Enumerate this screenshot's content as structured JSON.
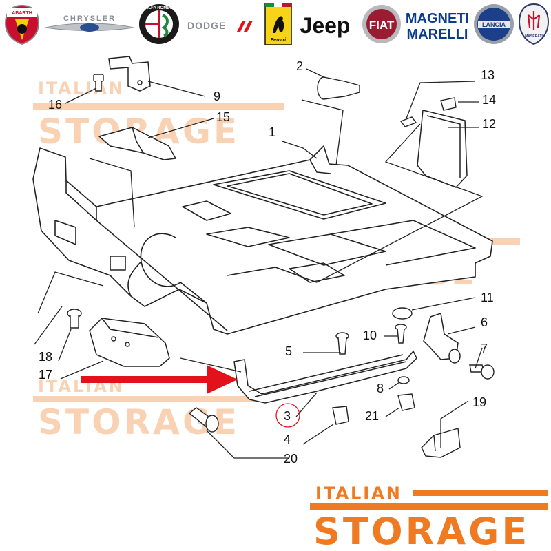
{
  "brands": {
    "abarth": "ABARTH",
    "chrysler": "CHRYSLER",
    "alfa_romeo": "ALFA ROMEO",
    "dodge": "DODGE",
    "ferrari": "Ferrari",
    "jeep": "Jeep",
    "fiat": "FIAT",
    "magneti_line1": "MAGNETI",
    "magneti_line2": "MARELLI",
    "lancia": "LANCIA",
    "maserati": "MASERATI"
  },
  "callouts": [
    "1",
    "2",
    "3",
    "4",
    "5",
    "6",
    "7",
    "8",
    "9",
    "10",
    "11",
    "12",
    "13",
    "14",
    "15",
    "16",
    "17",
    "18",
    "19",
    "20",
    "21"
  ],
  "highlighted_callout": "3",
  "watermark": {
    "line1": "ITALIAN",
    "line2": "STORAGE"
  },
  "colors": {
    "brand_orange": "#f07a22",
    "watermark_orange": "#f9d2b4",
    "arrow_red": "#e3121a",
    "line": "#222222"
  },
  "icons": {
    "red_arrow": "pointer-arrow-icon",
    "highlight_ring": "circle-highlight-icon"
  }
}
